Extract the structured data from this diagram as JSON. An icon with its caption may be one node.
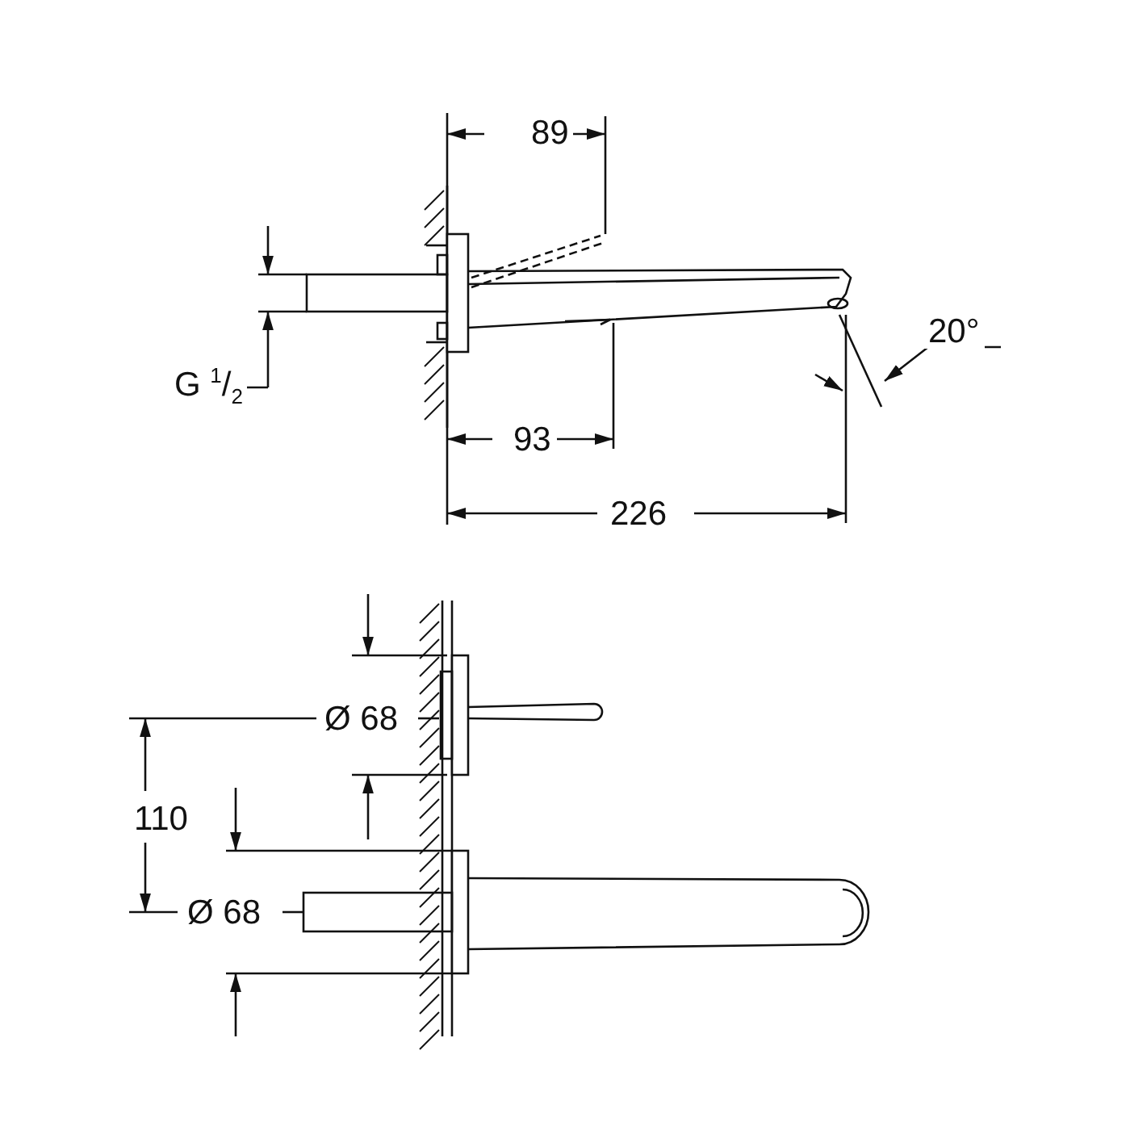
{
  "diagram": {
    "labels": [
      "89",
      "G $^{1}$/$_{2}$",
      "93",
      "226",
      "20°",
      "Ø 68",
      "110",
      "Ø 68"
    ]
  }
}
